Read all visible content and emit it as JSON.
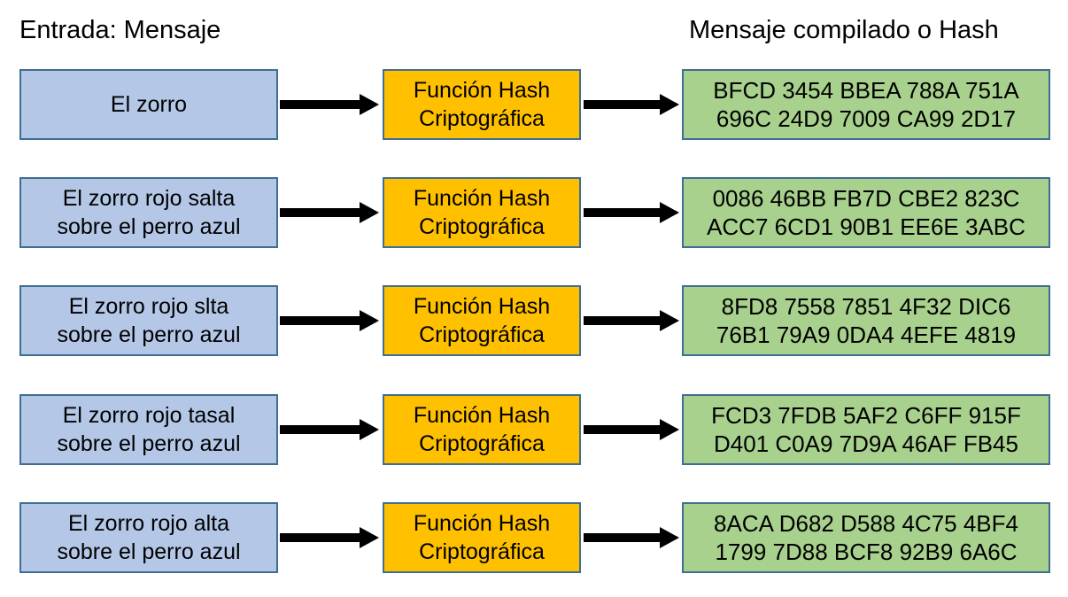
{
  "headers": {
    "input": "Entrada: Mensaje",
    "output": "Mensaje compilado o Hash"
  },
  "colors": {
    "input_fill": "#b4c7e7",
    "function_fill": "#ffc000",
    "hash_fill": "#a9d18e",
    "border": "#3f6e93",
    "arrow": "#000000",
    "background": "#ffffff",
    "text": "#000000"
  },
  "function_box": {
    "line1": "Función Hash",
    "line2": "Criptográfica"
  },
  "rows": [
    {
      "input_line1": "El zorro",
      "input_line2": "",
      "hash_line1": "BFCD 3454 BBEA 788A 751A",
      "hash_line2": "696C 24D9 7009 CA99 2D17"
    },
    {
      "input_line1": "El zorro rojo salta",
      "input_line2": "sobre el perro azul",
      "hash_line1": "0086 46BB FB7D CBE2 823C",
      "hash_line2": "ACC7 6CD1 90B1 EE6E 3ABC"
    },
    {
      "input_line1": "El zorro rojo slta",
      "input_line2": "sobre el perro azul",
      "hash_line1": "8FD8 7558 7851 4F32 DIC6",
      "hash_line2": "76B1 79A9 0DA4 4EFE 4819"
    },
    {
      "input_line1": "El zorro rojo tasal",
      "input_line2": "sobre el perro azul",
      "hash_line1": "FCD3 7FDB 5AF2 C6FF 915F",
      "hash_line2": "D401 C0A9 7D9A 46AF FB45"
    },
    {
      "input_line1": "El zorro rojo alta",
      "input_line2": "sobre el perro azul",
      "hash_line1": "8ACA D682 D588 4C75 4BF4",
      "hash_line2": "1799 7D88 BCF8 92B9 6A6C"
    }
  ]
}
